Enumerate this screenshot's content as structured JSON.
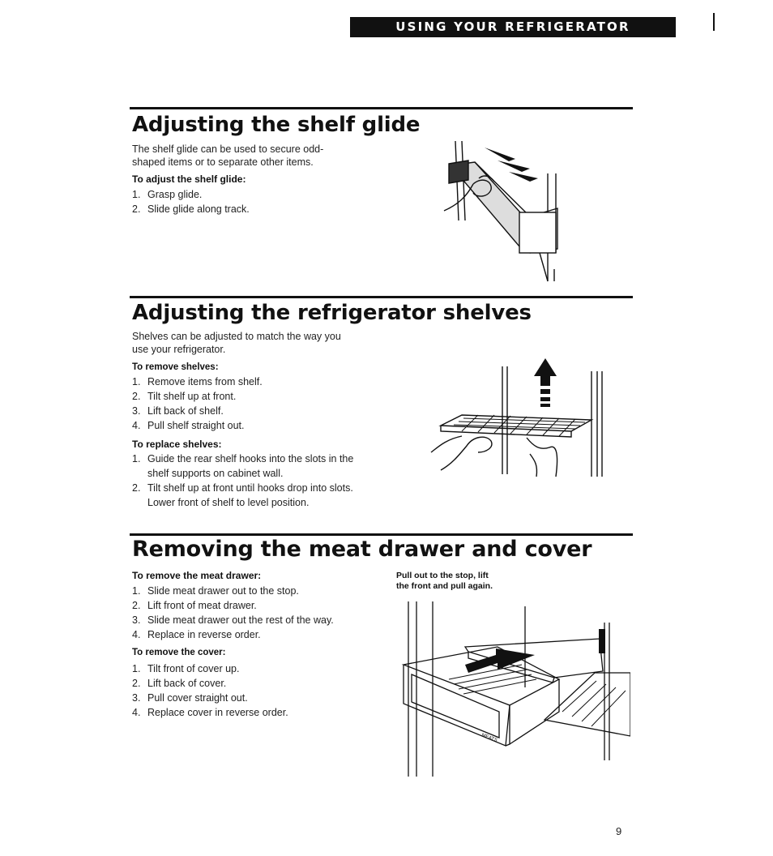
{
  "header": {
    "title": "USING YOUR REFRIGERATOR"
  },
  "sections": {
    "shelf_glide": {
      "title": "Adjusting the shelf glide",
      "intro_line1": "The shelf glide can be used to secure odd-",
      "intro_line2": "shaped items or to separate other items.",
      "subhead": "To adjust the shelf glide:",
      "steps": [
        {
          "n": "1.",
          "text": "Grasp glide."
        },
        {
          "n": "2.",
          "text": "Slide glide along track."
        }
      ]
    },
    "shelves": {
      "title": "Adjusting the refrigerator shelves",
      "intro_line1": "Shelves can be adjusted to match the way you",
      "intro_line2": "use your refrigerator.",
      "remove_subhead": "To remove shelves:",
      "remove_steps": [
        {
          "n": "1.",
          "text": "Remove items from shelf."
        },
        {
          "n": "2.",
          "text": "Tilt shelf up at front."
        },
        {
          "n": "3.",
          "text": "Lift back of shelf."
        },
        {
          "n": "4.",
          "text": "Pull shelf straight out."
        }
      ],
      "replace_subhead": "To replace shelves:",
      "replace_steps": [
        {
          "n": "1.",
          "text": "Guide the rear shelf hooks into the slots in the",
          "cont": "shelf supports on cabinet wall."
        },
        {
          "n": "2.",
          "text": "Tilt shelf up at front until hooks drop into slots.",
          "cont": "Lower front of shelf to level position."
        }
      ]
    },
    "meat_drawer": {
      "title": "Removing the meat drawer and cover",
      "drawer_subhead": "To remove the meat drawer:",
      "drawer_steps": [
        {
          "n": "1.",
          "text": "Slide meat drawer out to the stop."
        },
        {
          "n": "2.",
          "text": "Lift front of meat drawer."
        },
        {
          "n": "3.",
          "text": "Slide meat drawer out the rest of the way."
        },
        {
          "n": "4.",
          "text": "Replace in reverse order."
        }
      ],
      "cover_subhead": "To remove the cover:",
      "cover_steps": [
        {
          "n": "1.",
          "text": "Tilt front of cover up."
        },
        {
          "n": "2.",
          "text": "Lift back of cover."
        },
        {
          "n": "3.",
          "text": "Pull cover straight out."
        },
        {
          "n": "4.",
          "text": "Replace cover in reverse order."
        }
      ],
      "caption_line1": "Pull out to the stop, lift",
      "caption_line2": "the front and pull again.",
      "drawer_label": "MEATS"
    }
  },
  "footer": {
    "page_number": "9"
  }
}
